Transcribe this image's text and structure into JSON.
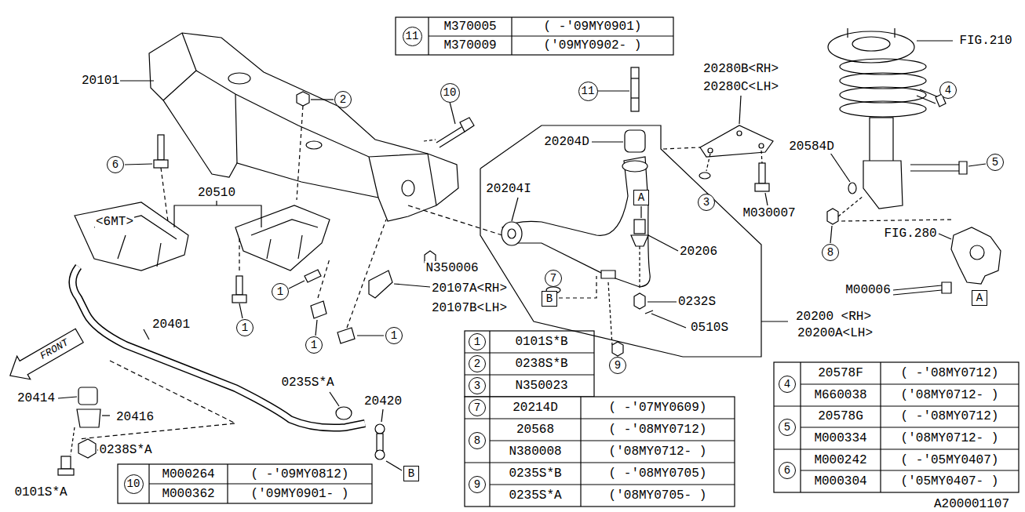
{
  "diagram": {
    "nodes": [
      {
        "text": [
          "11"
        ]
      },
      {
        "text": [
          "11"
        ]
      },
      {
        "text": [
          "10"
        ]
      },
      {
        "text": [
          "2"
        ]
      },
      {
        "text": [
          "6"
        ]
      },
      {
        "text": [
          "A"
        ]
      },
      {
        "text": [
          "3"
        ]
      },
      {
        "text": [
          "4"
        ]
      },
      {
        "text": [
          "5"
        ]
      },
      {
        "text": [
          "8"
        ]
      },
      {
        "text": [
          "7"
        ]
      },
      {
        "text": [
          "1"
        ]
      },
      {
        "text": [
          "B"
        ]
      },
      {
        "text": [
          "A"
        ]
      },
      {
        "text": [
          "1"
        ]
      },
      {
        "text": [
          "1"
        ]
      },
      {
        "text": [
          "1"
        ]
      },
      {
        "text": [
          "9"
        ]
      },
      {
        "text": [
          "1"
        ]
      },
      {
        "text": [
          "2"
        ]
      },
      {
        "text": [
          "3"
        ]
      },
      {
        "text": [
          "7"
        ]
      },
      {
        "text": [
          "8"
        ]
      },
      {
        "text": [
          "9"
        ]
      },
      {
        "text": [
          "4"
        ]
      },
      {
        "text": [
          "5"
        ]
      },
      {
        "text": [
          "6"
        ]
      },
      {
        "text": [
          "B"
        ]
      },
      {
        "text": [
          "10"
        ]
      }
    ],
    "labels": [
      "20101",
      "20510",
      "<6MT>",
      "20401",
      "FRONT",
      "20414",
      "20416",
      "0238S*A",
      "0101S*A",
      "0235S*A",
      "20420",
      "N350006",
      "20107A<RH>",
      "20107B<LH>",
      "20204D",
      "20204I",
      "20206",
      "0232S",
      "0510S",
      "20200 <RH>",
      "20200A<LH>",
      "20280B<RH>",
      "20280C<LH>",
      "M030007",
      "FIG.210",
      "20584D",
      "FIG.280",
      "M00006",
      "A200001107",
      "M370005",
      "( -'09MY0901)",
      "M370009",
      "('09MY0902- )",
      "0101S*B",
      "0238S*B",
      "N350023",
      "20214D",
      "( -'07MY0609)",
      "20568",
      "( -'08MY0712)",
      "N380008",
      "('08MY0712- )",
      "0235S*B",
      "( -'08MY0705)",
      "0235S*A",
      "('08MY0705- )",
      "M000264",
      "( -'09MY0812)",
      "M000362",
      "('09MY0901- )",
      "20578F",
      "( -'08MY0712)",
      "M660038",
      "('08MY0712- )",
      "20578G",
      "( -'08MY0712)",
      "M000334",
      "('08MY0712- )",
      "M000242",
      "( -'05MY0407)",
      "M000304",
      "('05MY0407- )"
    ]
  }
}
